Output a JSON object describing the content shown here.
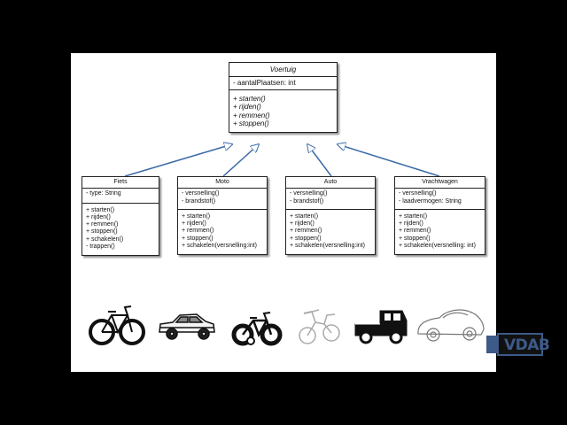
{
  "diagram": {
    "superclass": {
      "name": "Voertuig",
      "attributes": [
        "- aantalPlaatsen: int"
      ],
      "operations": [
        "+ starten()",
        "+ rijden()",
        "+ remmen()",
        "+ stoppen()"
      ]
    },
    "subclasses": [
      {
        "name": "Fiets",
        "attributes": [
          "- type: String"
        ],
        "operations": [
          "+ starten()",
          "+ rijden()",
          "+ remmen()",
          "+ stoppen()",
          "+ schakelen()",
          "- trappen()"
        ]
      },
      {
        "name": "Moto",
        "attributes": [
          "- versnelling()",
          "- brandstof()"
        ],
        "operations": [
          "+ starten()",
          "+ rijden()",
          "+ remmen()",
          "+ stoppen()",
          "+ schakelen(versnelling:int)"
        ]
      },
      {
        "name": "Auto",
        "attributes": [
          "- versnelling()",
          "- brandstof()"
        ],
        "operations": [
          "+ starten()",
          "+ rijden()",
          "+ remmen()",
          "+ stoppen()",
          "+ schakelen(versnelling:int)"
        ]
      },
      {
        "name": "Vrachtwagen",
        "attributes": [
          "- versnelling()",
          "- laadvermogen: String"
        ],
        "operations": [
          "+ starten()",
          "+ rijden()",
          "+ remmen()",
          "+ stoppen()",
          "+ schakelen(versnelling: int)"
        ]
      }
    ],
    "arrow_color": "#3b6aa8"
  },
  "vehicle_icons": [
    "bicycle-icon",
    "classic-car-icon",
    "kids-bike-icon",
    "moped-icon",
    "pickup-truck-icon",
    "sports-car-icon"
  ],
  "logo": {
    "text": "VDAB",
    "color": "#3d5a88"
  }
}
